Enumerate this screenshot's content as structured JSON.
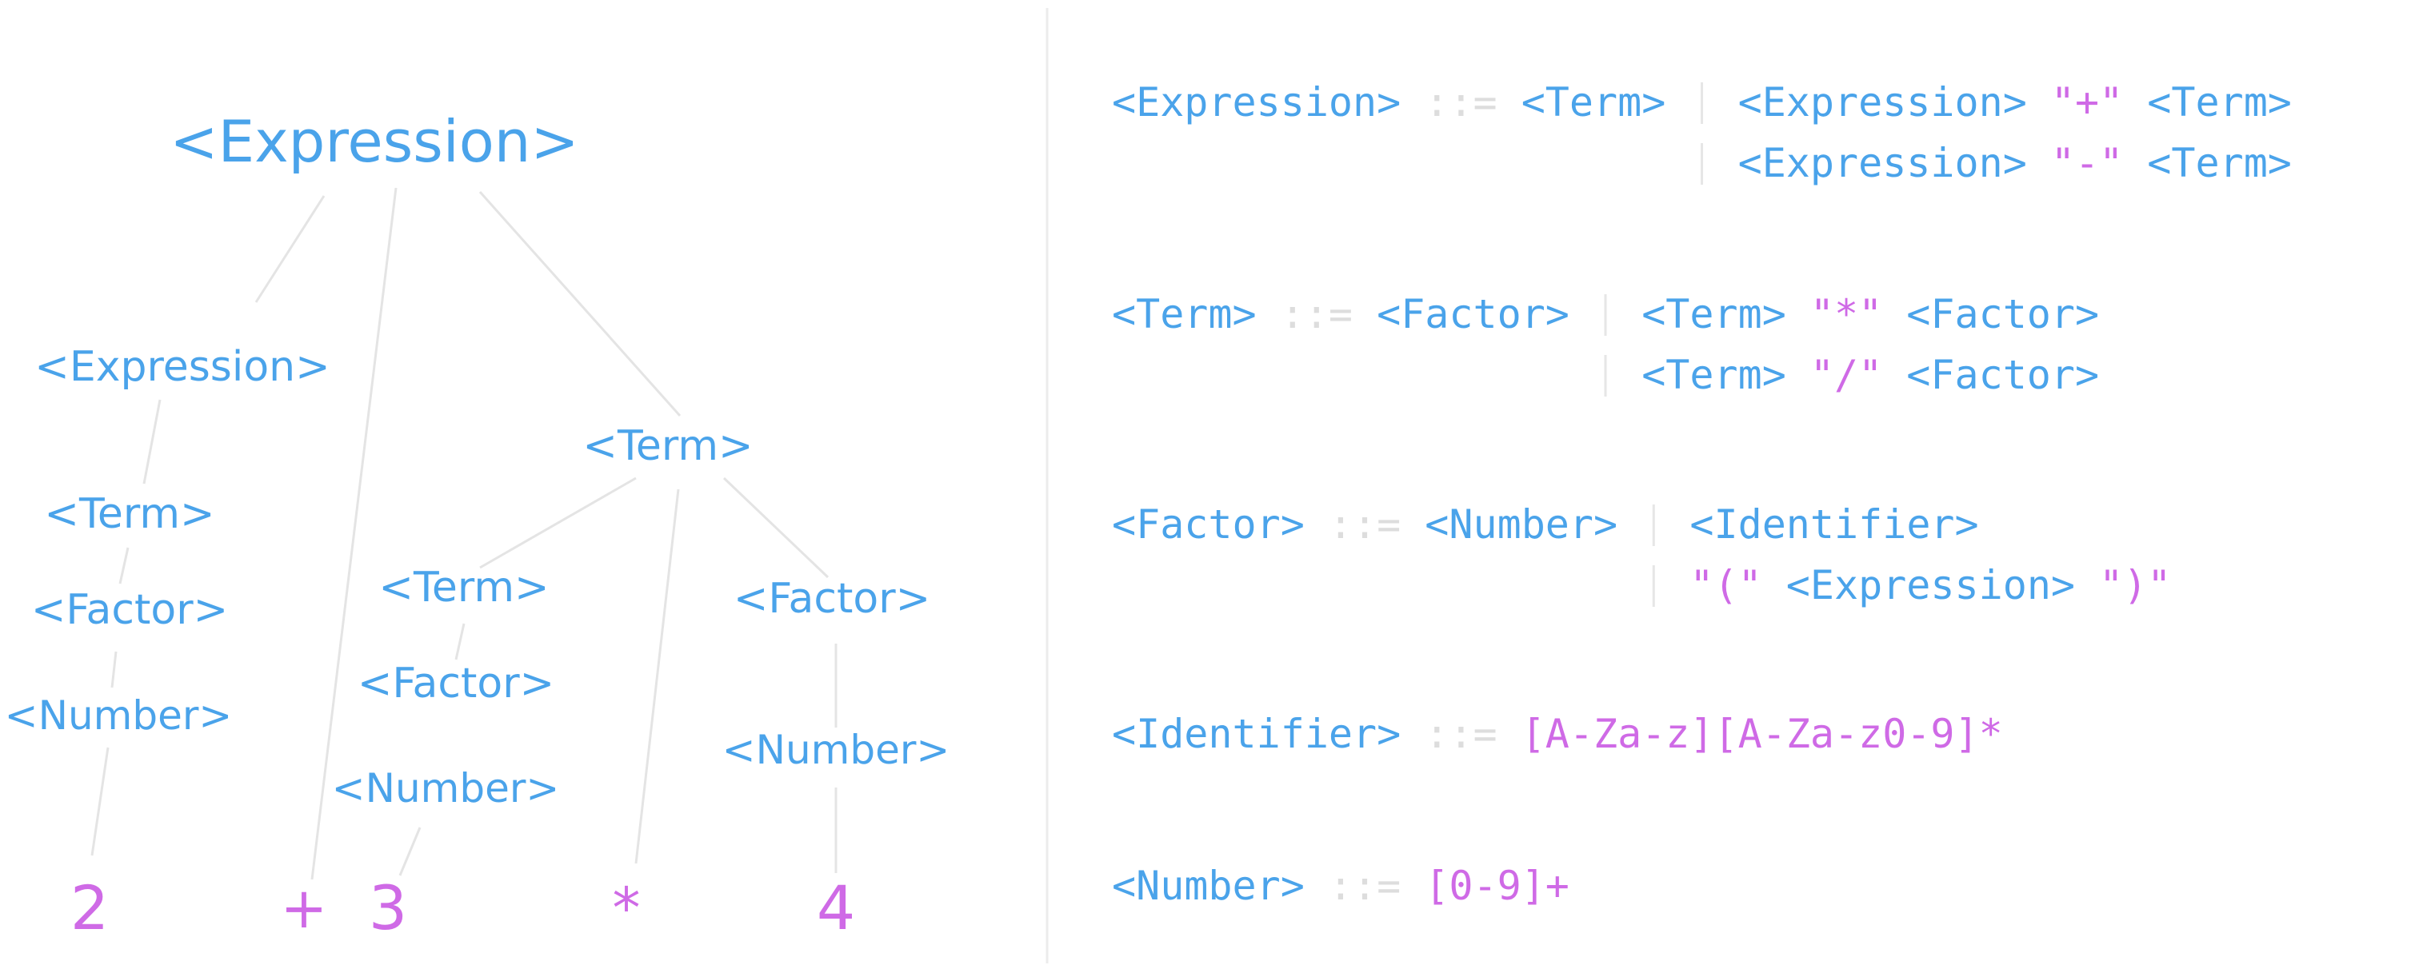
{
  "colors": {
    "nonterminal": "#4aa3ea",
    "terminal": "#cf6ae6",
    "operator": "#dddddd",
    "line": "#e4e4e4"
  },
  "tree": {
    "root": "<Expression>",
    "left_expression": "<Expression>",
    "left_term": "<Term>",
    "left_factor": "<Factor>",
    "left_number": "<Number>",
    "right_term": "<Term>",
    "inner_term": "<Term>",
    "inner_factor": "<Factor>",
    "inner_number": "<Number>",
    "right_factor": "<Factor>",
    "right_number": "<Number>",
    "leaves": [
      "2",
      "+",
      "3",
      "*",
      "4"
    ]
  },
  "grammar": {
    "define_symbol": "::=",
    "alt_symbol": "|",
    "rules": [
      {
        "lhs": "<Expression>",
        "first": [
          "<Term>"
        ],
        "alternatives": [
          [
            "<Expression>",
            "\"+\"",
            "<Term>"
          ],
          [
            "<Expression>",
            "\"-\"",
            "<Term>"
          ]
        ]
      },
      {
        "lhs": "<Term>",
        "first": [
          "<Factor>"
        ],
        "alternatives": [
          [
            "<Term>",
            "\"*\"",
            "<Factor>"
          ],
          [
            "<Term>",
            "\"/\"",
            "<Factor>"
          ]
        ]
      },
      {
        "lhs": "<Factor>",
        "first": [
          "<Number>"
        ],
        "alternatives": [
          [
            "<Identifier>"
          ],
          [
            "\"(\"",
            "<Expression>",
            "\")\""
          ]
        ]
      },
      {
        "lhs": "<Identifier>",
        "first": [
          "[A-Za-z][A-Za-z0-9]*"
        ],
        "alternatives": []
      },
      {
        "lhs": "<Number>",
        "first": [
          "[0-9]+"
        ],
        "alternatives": []
      }
    ]
  }
}
